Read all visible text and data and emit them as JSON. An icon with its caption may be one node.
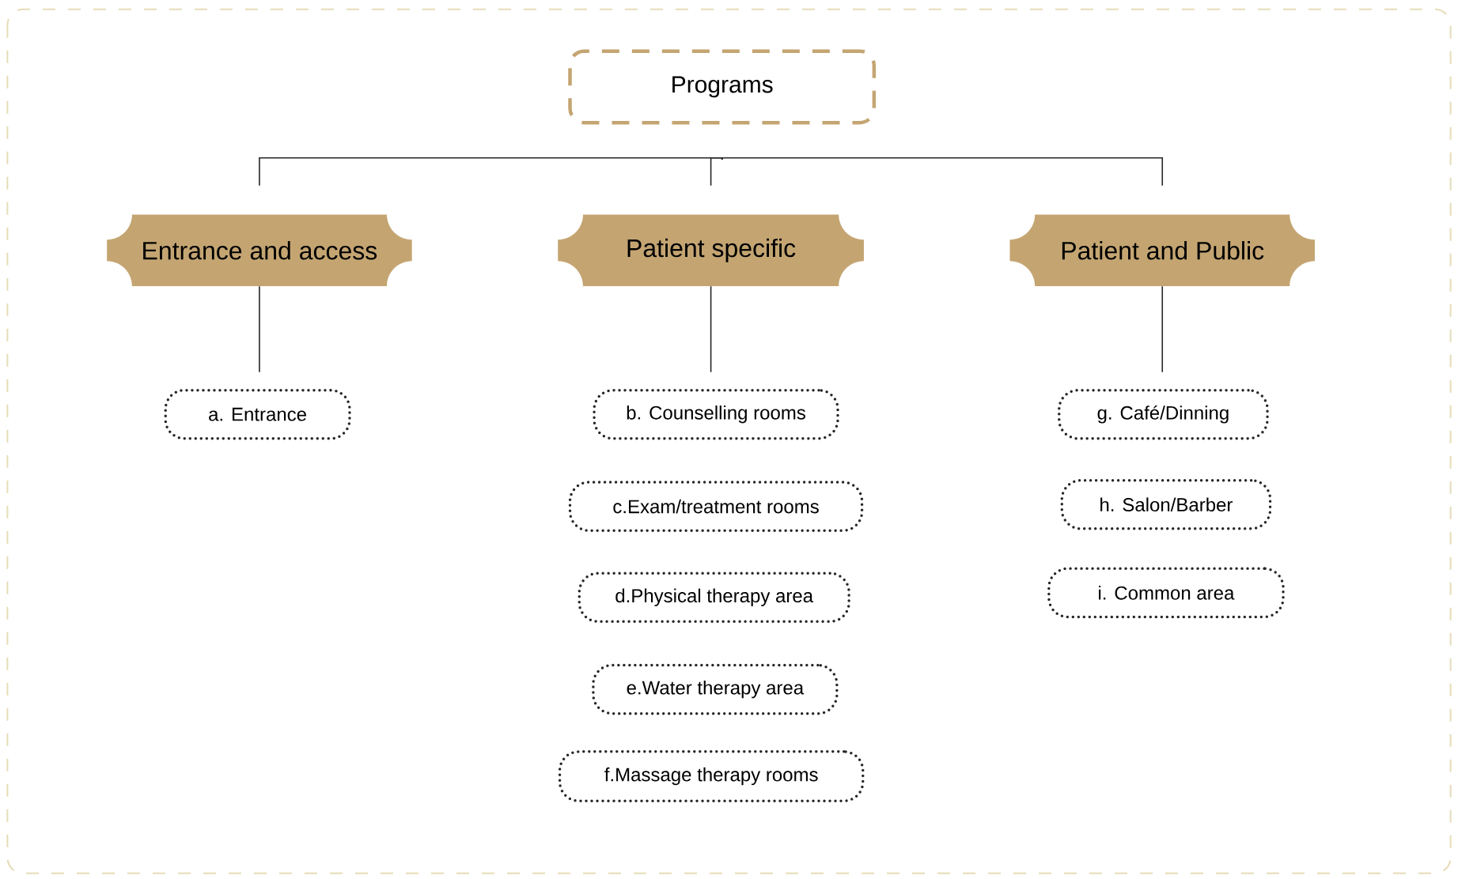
{
  "diagram": {
    "nodes": [
      {
        "text": [
          "Programs"
        ]
      },
      {
        "text": [
          "Entrance and access"
        ]
      },
      {
        "text": [
          "Patient specific"
        ]
      },
      {
        "text": [
          "Patient and Public"
        ]
      },
      {
        "text": [
          "a. Entrance"
        ]
      },
      {
        "text": [
          "b. Counselling rooms"
        ]
      },
      {
        "text": [
          "c.Exam/treatment rooms"
        ]
      },
      {
        "text": [
          "d.Physical therapy area"
        ]
      },
      {
        "text": [
          "e.Water therapy area"
        ]
      },
      {
        "text": [
          "f.Massage therapy rooms"
        ]
      },
      {
        "text": [
          "g. Café/Dinning"
        ]
      },
      {
        "text": [
          "h. Salon/Barber"
        ]
      },
      {
        "text": [
          "i. Common area"
        ]
      }
    ],
    "edges": [
      {
        "from": 0,
        "to": 1,
        "arrow": "none"
      },
      {
        "from": 0,
        "to": 2,
        "arrow": "none"
      },
      {
        "from": 0,
        "to": 3,
        "arrow": "none"
      },
      {
        "from": 1,
        "to": 4,
        "arrow": "none"
      },
      {
        "from": 2,
        "to": 5,
        "arrow": "none"
      },
      {
        "from": 3,
        "to": 10,
        "arrow": "none"
      }
    ]
  }
}
